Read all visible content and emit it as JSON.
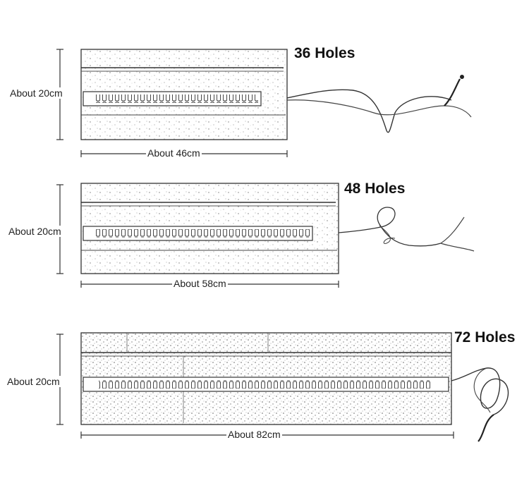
{
  "rolls": [
    {
      "holes_label": "36 Holes",
      "height_label": "About 20cm",
      "width_label": "About 46cm"
    },
    {
      "holes_label": "48 Holes",
      "height_label": "About 20cm",
      "width_label": "About 58cm"
    },
    {
      "holes_label": "72 Holes",
      "height_label": "About 20cm",
      "width_label": "About 82cm"
    }
  ]
}
